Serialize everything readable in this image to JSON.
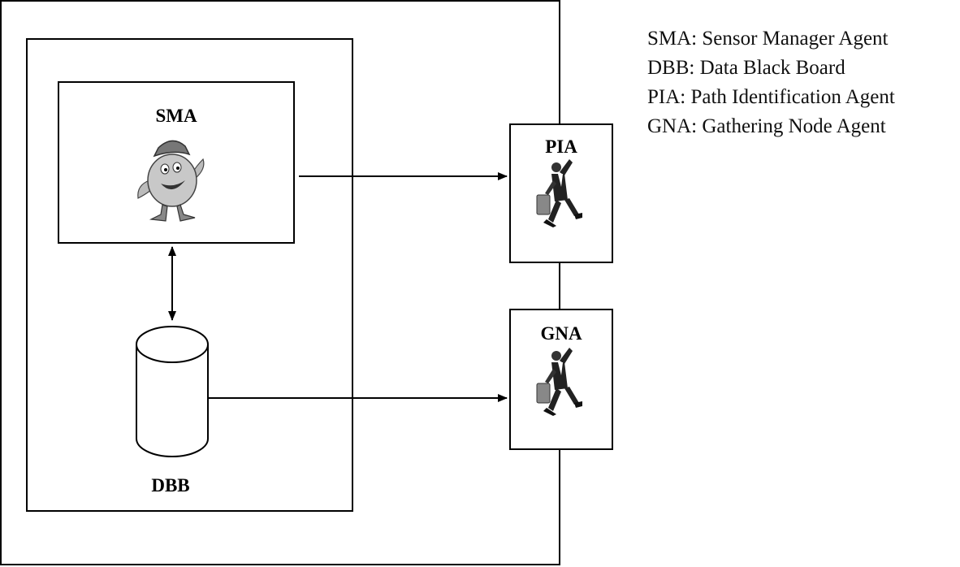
{
  "diagram": {
    "components": {
      "sma": {
        "label": "SMA"
      },
      "dbb": {
        "label": "DBB"
      },
      "pia": {
        "label": "PIA"
      },
      "gna": {
        "label": "GNA"
      }
    },
    "legend": [
      {
        "text": "SMA: Sensor Manager Agent"
      },
      {
        "text": "DBB: Data Black Board"
      },
      {
        "text": "PIA: Path Identification Agent"
      },
      {
        "text": "GNA: Gathering Node Agent"
      }
    ],
    "connections": [
      {
        "from": "SMA",
        "to": "PIA",
        "direction": "one-way"
      },
      {
        "from": "SMA",
        "to": "DBB",
        "direction": "two-way"
      },
      {
        "from": "DBB",
        "to": "GNA",
        "direction": "one-way"
      }
    ],
    "icons": {
      "sma": "cartoon-agent-character-icon",
      "pia": "running-businessman-icon",
      "gna": "running-businessman-icon",
      "dbb": "database-cylinder-icon"
    }
  }
}
